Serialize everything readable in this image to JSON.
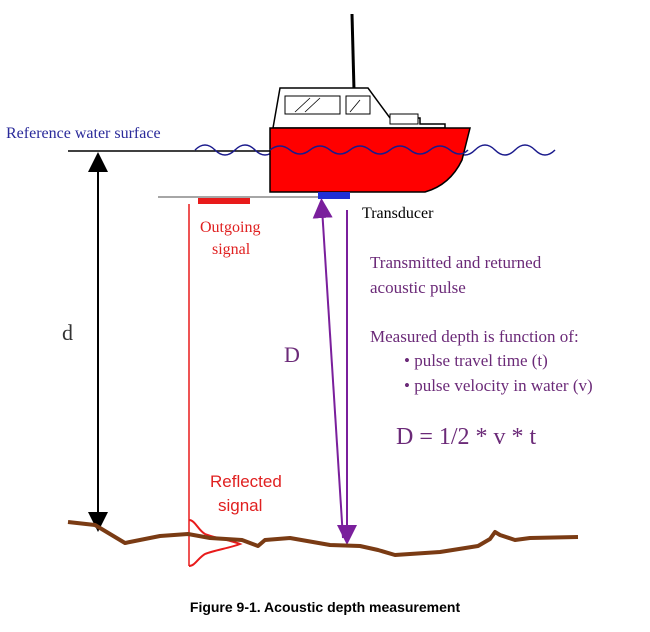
{
  "labels": {
    "reference_surface": "Reference water surface",
    "transducer": "Transducer",
    "outgoing_line1": "Outgoing",
    "outgoing_line2": "signal",
    "d": "d",
    "D": "D",
    "transmitted_line1": "Transmitted and returned",
    "transmitted_line2": "acoustic pulse",
    "measured_intro": "Measured depth is function of:",
    "bullet_time": "• pulse travel time (t)",
    "bullet_velocity": "• pulse velocity in water (v)",
    "formula": "D = 1/2 * v * t",
    "reflected_line1": "Reflected",
    "reflected_line2": "signal"
  },
  "caption": "Figure 9-1. Acoustic depth measurement",
  "colors": {
    "hull": "#ff0000",
    "cabin": "#ffffff",
    "water": "#1a1a8c",
    "transducer": "#1f2fd6",
    "signal": "#e81b1b",
    "pulse_arrow": "#7a1f9c",
    "seabed": "#7a3b14",
    "reference_text": "#2a2a9a",
    "purple_text": "#6b2a78",
    "red_text": "#e02020"
  }
}
